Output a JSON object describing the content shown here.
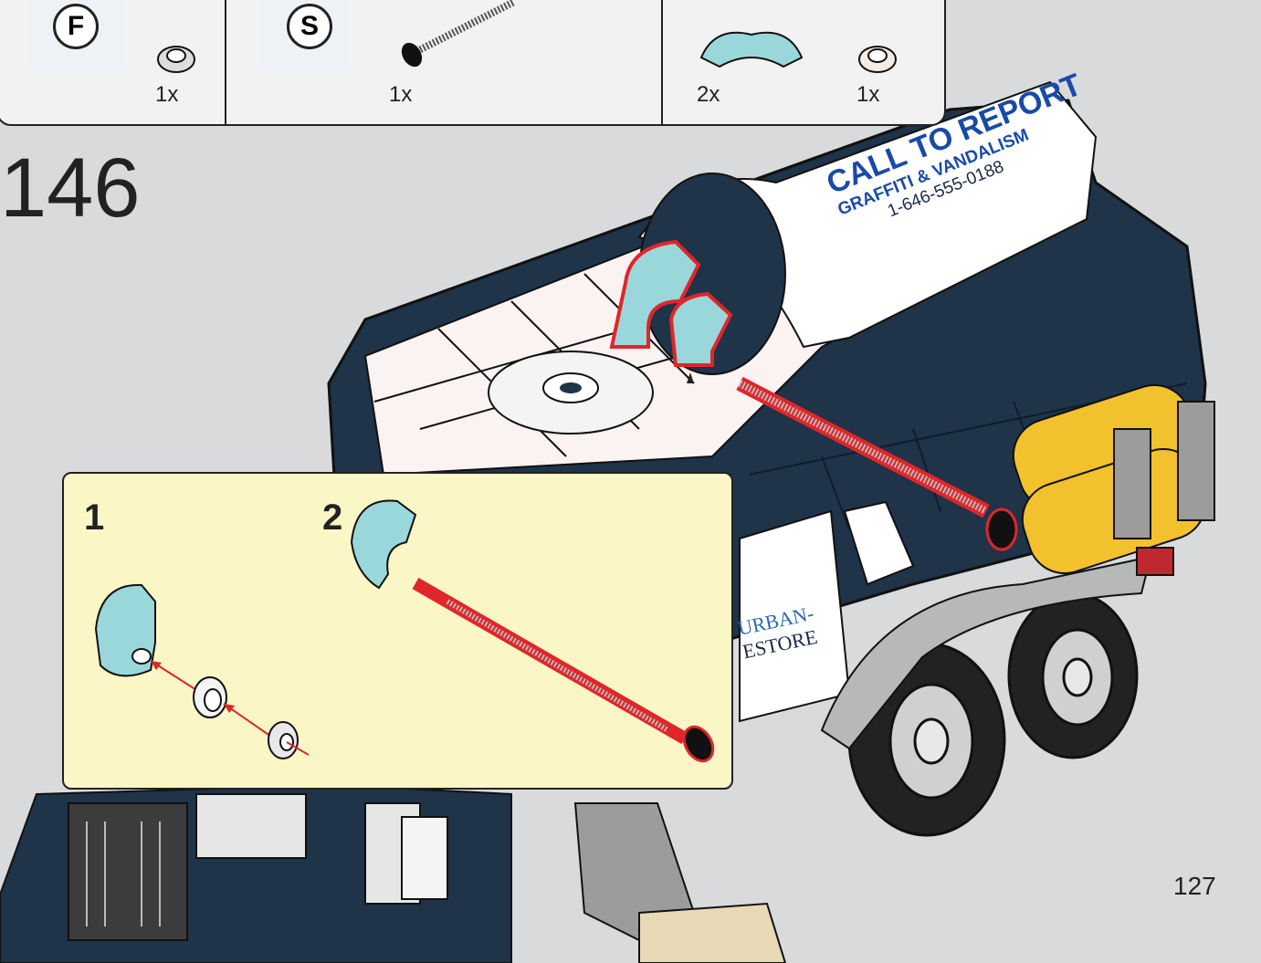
{
  "step_number": "146",
  "page_number": "127",
  "parts_list": {
    "bags": [
      {
        "letter": "F",
        "quantity": "1x"
      },
      {
        "letter": "S",
        "quantity": "1x"
      },
      {
        "letter": "",
        "quantities": [
          "2x",
          "1x"
        ]
      }
    ]
  },
  "callout": {
    "sub_steps": [
      "1",
      "2"
    ]
  },
  "truck_graphics": {
    "sign_title": "CALL TO REPORT",
    "sign_subtitle": "GRAFFITI & VANDALISM",
    "sign_phone": "1-646-555-0188",
    "logo_line1": "URBAN-",
    "logo_line2": "ESTORE"
  },
  "colors": {
    "background": "#d9dadb",
    "truck_body": "#1f3349",
    "callout_bg": "#fbf6c6",
    "highlight": "#e0262a",
    "trans_light_blue": "#9ad7da",
    "tank_yellow": "#f2c12e"
  }
}
